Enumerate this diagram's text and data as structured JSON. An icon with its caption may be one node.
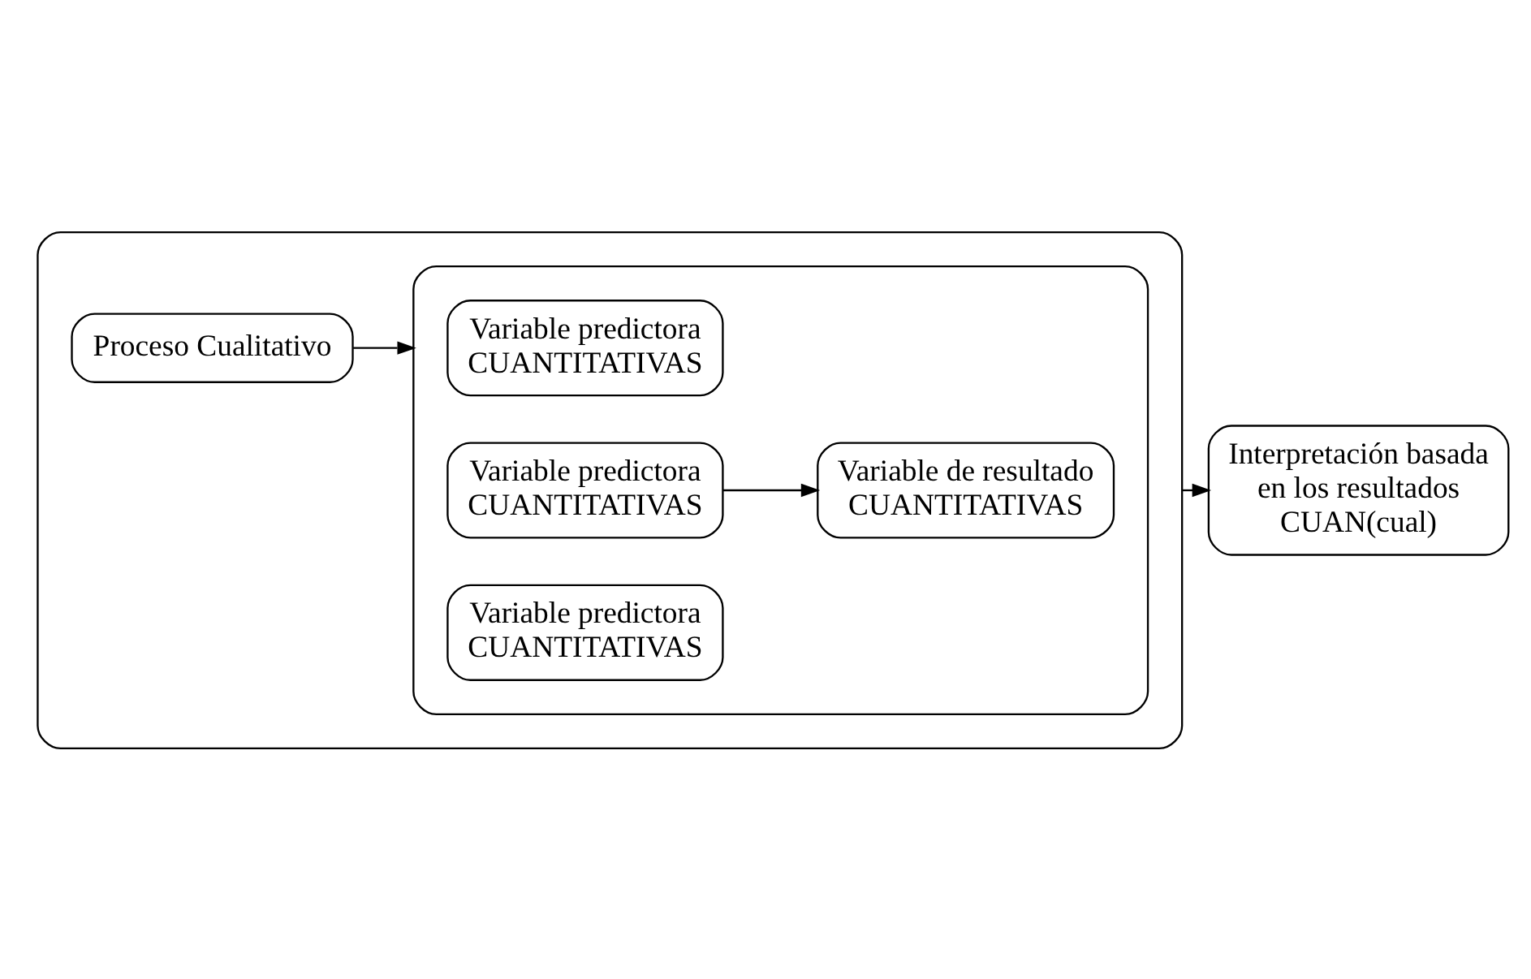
{
  "diagram": {
    "nodes": [
      {
        "text": [],
        "shape": "box"
      },
      {
        "text": [],
        "shape": "box",
        "in": 0
      },
      {
        "text": [
          "Variable predictora CUANTITATIVAS"
        ],
        "in": 1
      },
      {
        "text": [
          "Variable predictora CUANTITATIVAS"
        ],
        "in": 1
      },
      {
        "text": [
          "Variable predictora CUANTITATIVAS"
        ],
        "in": 1
      },
      {
        "text": [
          "Variable de resultado CUANTITATIVAS"
        ],
        "in": 1
      },
      {
        "text": [
          "Proceso Cualitativo"
        ],
        "in": 0
      },
      {
        "text": [
          "Interpretación basada en los resultados CUAN(cual)"
        ]
      }
    ],
    "edges": [
      {
        "from": 3,
        "to": 5,
        "arrow": "to"
      },
      {
        "from": 6,
        "to": 1,
        "arrow": "to"
      },
      {
        "from": 0,
        "to": 7,
        "arrow": "to"
      }
    ]
  }
}
